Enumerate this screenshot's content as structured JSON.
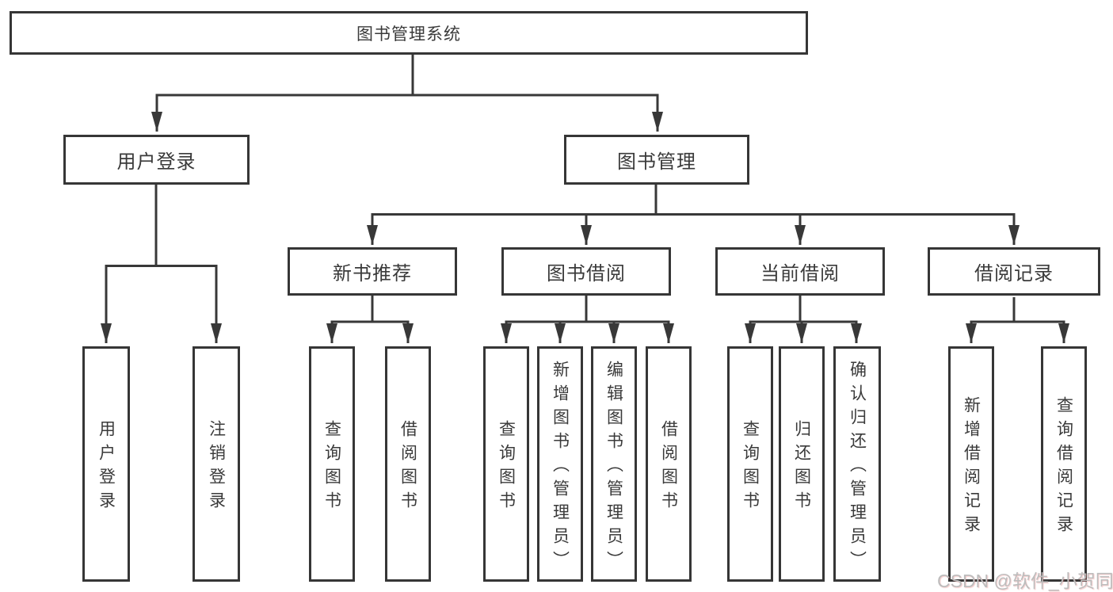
{
  "diagram": {
    "root": "图书管理系统",
    "level2": {
      "user_login": "用户登录",
      "book_mgmt": "图书管理"
    },
    "level3": {
      "new_book": "新书推荐",
      "book_borrow": "图书借阅",
      "current_borrow": "当前借阅",
      "borrow_record": "借阅记录"
    },
    "leaves": {
      "user_login": [
        "用户登录",
        "注销登录"
      ],
      "new_book": [
        "查询图书",
        "借阅图书"
      ],
      "book_borrow": [
        "查询图书",
        "新增图书（管理员）",
        "编辑图书（管理员）",
        "借阅图书"
      ],
      "current_borrow": [
        "查询图书",
        "归还图书",
        "确认归还（管理员）"
      ],
      "borrow_record": [
        "新增借阅记录",
        "查询借阅记录"
      ]
    }
  },
  "watermark": "CSDN @软件_小贺同学",
  "colors": {
    "line": "#383838",
    "box_border": "#363636",
    "text": "#3a3a3a",
    "watermark": "#bdbdbd",
    "background": "#ffffff"
  }
}
